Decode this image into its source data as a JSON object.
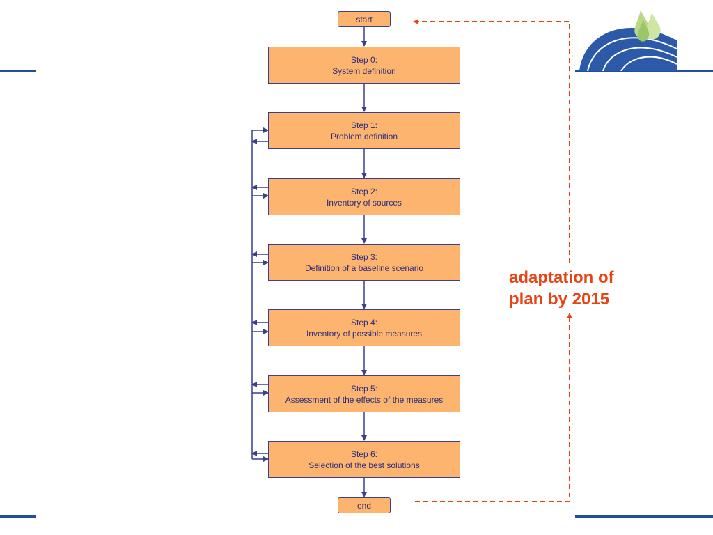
{
  "flow": {
    "start": "start",
    "steps": [
      {
        "label": "Step 0:",
        "title": "System definition"
      },
      {
        "label": "Step 1:",
        "title": "Problem definition"
      },
      {
        "label": "Step 2:",
        "title": "Inventory of sources"
      },
      {
        "label": "Step 3:",
        "title": "Definition of a baseline scenario"
      },
      {
        "label": "Step 4:",
        "title": "Inventory of possible measures"
      },
      {
        "label": "Step 5:",
        "title": "Assessment of the effects of the measures"
      },
      {
        "label": "Step 6:",
        "title": "Selection of the best solutions"
      }
    ],
    "end": "end"
  },
  "side_note": {
    "line1": "adaptation of",
    "line2": "plan by 2015"
  },
  "colors": {
    "box_fill": "#fdb46e",
    "box_border": "#3a3f90",
    "box_text": "#2b2d7e",
    "feedback_arrow": "#e84315",
    "accent_rule": "#1f4f9f"
  },
  "logo": {
    "icon": "water-drops-logo-icon"
  }
}
